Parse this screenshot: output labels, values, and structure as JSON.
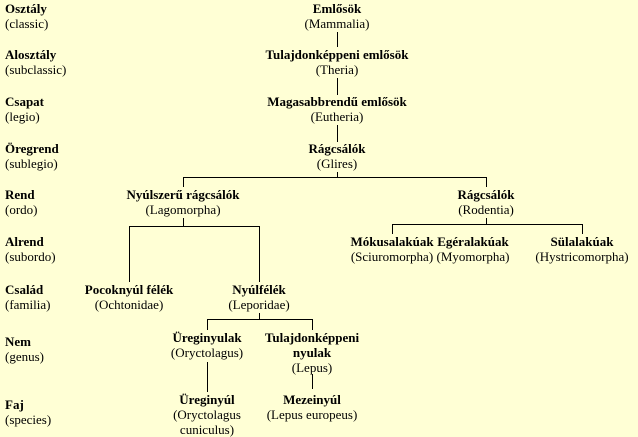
{
  "ranks": [
    {
      "name": "Osztály",
      "latin": "(classic)"
    },
    {
      "name": "Alosztály",
      "latin": "(subclassic)"
    },
    {
      "name": "Csapat",
      "latin": "(legio)"
    },
    {
      "name": "Öregrend",
      "latin": "(sublegio)"
    },
    {
      "name": "Rend",
      "latin": "(ordo)"
    },
    {
      "name": "Alrend",
      "latin": "(subordo)"
    },
    {
      "name": "Család",
      "latin": "(familia)"
    },
    {
      "name": "Nem",
      "latin": "(genus)"
    },
    {
      "name": "Faj",
      "latin": "(species)"
    }
  ],
  "nodes": {
    "mammalia": {
      "name": "Emlősök",
      "latin": "(Mammalia)"
    },
    "theria": {
      "name": "Tulajdonképpeni emlősök",
      "latin": "(Theria)"
    },
    "eutheria": {
      "name": "Magasabbrendű emlősök",
      "latin": "(Eutheria)"
    },
    "glires": {
      "name": "Rágcsálók",
      "latin": "(Glires)"
    },
    "lagomorpha": {
      "name": "Nyúlszerű rágcsálók",
      "latin": "(Lagomorpha)"
    },
    "rodentia": {
      "name": "Rágcsálók",
      "latin": "(Rodentia)"
    },
    "sciuromorpha": {
      "name": "Mókusalakúak",
      "latin": "(Sciuromorpha)"
    },
    "myomorpha": {
      "name": "Egéralakúak",
      "latin": "(Myomorpha)"
    },
    "hystricomorpha": {
      "name": "Sülalakúak",
      "latin": "(Hystricomorpha)"
    },
    "ochotonidae": {
      "name": "Pocoknyúl félék",
      "latin": "(Ochtonidae)"
    },
    "leporidae": {
      "name": "Nyúlfélék",
      "latin": "(Leporidae)"
    },
    "oryctolagus": {
      "name": "Üreginyulak",
      "latin": "(Oryctolagus)"
    },
    "lepus": {
      "name1": "Tulajdonképpeni",
      "name2": "nyulak",
      "latin": "(Lepus)"
    },
    "cuniculus": {
      "name": "Üreginyúl",
      "latin1": "(Oryctolagus",
      "latin2": "cuniculus)"
    },
    "europaeus": {
      "name": "Mezeinyúl",
      "latin": "(Lepus europeus)"
    }
  }
}
